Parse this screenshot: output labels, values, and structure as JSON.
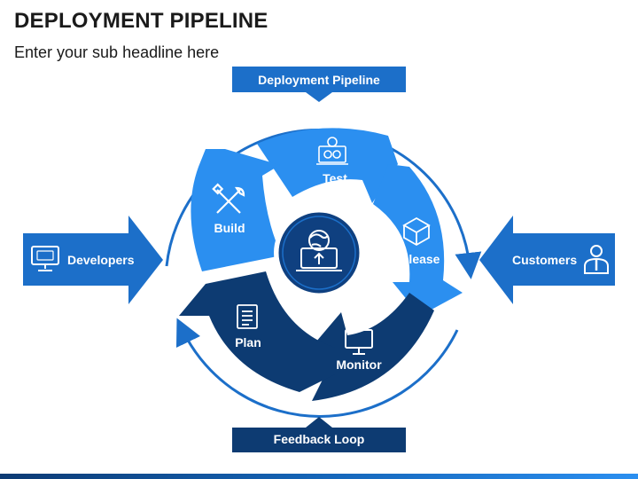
{
  "header": {
    "title": "DEPLOYMENT PIPELINE",
    "subtitle": "Enter your sub headline here"
  },
  "banners": {
    "top": "Deployment Pipeline",
    "bottom": "Feedback Loop"
  },
  "sides": {
    "left": {
      "label": "Developers",
      "icon": "code-monitor-icon"
    },
    "right": {
      "label": "Customers",
      "icon": "person-icon"
    }
  },
  "stages": [
    {
      "label": "Test",
      "icon": "test-gears-laptop-icon"
    },
    {
      "label": "Build",
      "icon": "tools-icon"
    },
    {
      "label": "Release",
      "icon": "package-icon"
    },
    {
      "label": "Monitor",
      "icon": "monitor-icon"
    },
    {
      "label": "Plan",
      "icon": "document-icon"
    }
  ],
  "center": {
    "icon": "globe-laptop-icon"
  },
  "colors": {
    "light_blue": "#2b8ff0",
    "mid_blue": "#1c6fc9",
    "dark_blue": "#0d3b72",
    "center_fill": "#0f4080"
  }
}
